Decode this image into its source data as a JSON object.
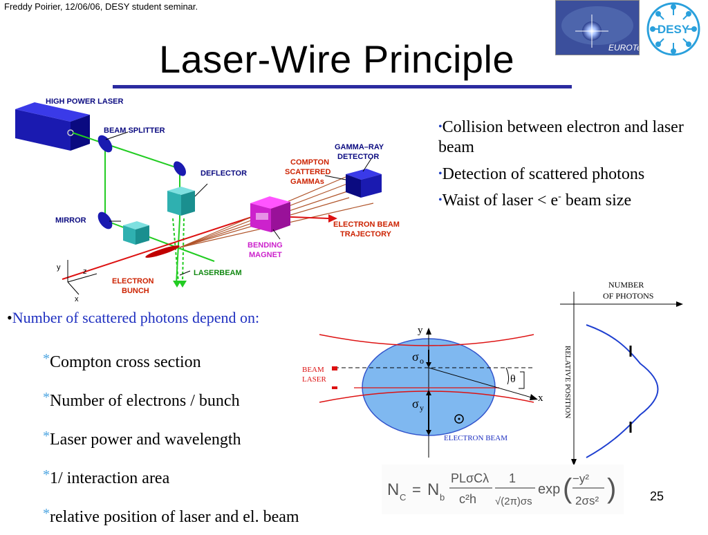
{
  "header_note": "Freddy Poirier, 12/06/06, DESY student seminar.",
  "title": "Laser-Wire Principle",
  "logos": {
    "eurotev": "EUROTeV",
    "desy": "DESY"
  },
  "setup_diagram": {
    "labels": {
      "high_power_laser": "HIGH POWER LASER",
      "beam_splitter": "BEAM SPLITTER",
      "deflector": "DEFLECTOR",
      "compton": "COMPTON",
      "scattered": "SCATTERED",
      "gammas": "GAMMAs",
      "gamma_ray": "GAMMA–RAY",
      "detector": "DETECTOR",
      "mirror": "MIRROR",
      "electron_beam": "ELECTRON BEAM",
      "trajectory": "TRAJECTORY",
      "bending": "BENDING",
      "magnet": "MAGNET",
      "laserbeam": "LASERBEAM",
      "electron": "ELECTRON",
      "bunch": "BUNCH",
      "axis_y": "y",
      "axis_z": "z",
      "axis_x": "x"
    }
  },
  "right_bullets": [
    "Collision between electron and laser beam",
    "Detection of scattered photons"
  ],
  "waist_bullet": {
    "pre": "Waist of laser < e",
    "sup": "-",
    "post": " beam size"
  },
  "main_bullet": "Number of scattered photons depend on:",
  "sub_bullets": [
    "Compton cross section",
    "Number of electrons / bunch",
    "Laser power and wavelength",
    "1/ interaction area",
    "relative position of laser and el. beam"
  ],
  "cross_section_diagram": {
    "beam": "BEAM",
    "laser": "LASER",
    "sigma": "σ",
    "sub_o": "o",
    "sub_y": "y",
    "theta": "θ",
    "axis_x": "x",
    "axis_y": "y",
    "electron_beam": "ELECTRON BEAM"
  },
  "profile_plot": {
    "number": "NUMBER",
    "of_photons": "OF PHOTONS",
    "relative_position": "RELATIVE POSITION"
  },
  "formula": {
    "lhs": "N",
    "lhs_sub": "C",
    "eq": "=",
    "nb": "N",
    "nb_sub": "b",
    "num": "PLσCλ",
    "den": "c²h",
    "one": "1",
    "den2": "√(2π)σs",
    "exp": "exp",
    "exp_num": "−y²",
    "exp_den": "2σs²"
  },
  "page_number": "25",
  "colors": {
    "accent": "#2b2ba0",
    "bullet_blue": "#1e2fc0",
    "laser_red": "#d11",
    "beam_green": "#2c2",
    "ellipse": "#7fb8f0"
  }
}
